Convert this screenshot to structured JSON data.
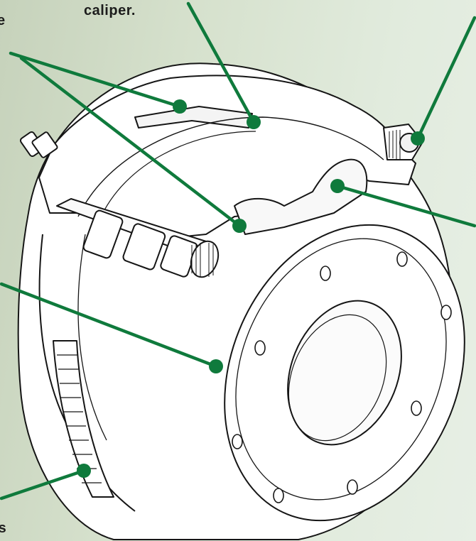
{
  "labels": {
    "caliper_fragment": "caliper.",
    "left_edge_fragment_top": "e",
    "left_edge_fragment_bottom": "es"
  },
  "colors": {
    "background_left": "#c6d2bb",
    "background_right": "#e7efe5",
    "callout": "#0f7a3c",
    "line_art": "#151515",
    "part_fill": "#ffffff"
  },
  "icons": {
    "callout_marker": "filled-dot"
  }
}
